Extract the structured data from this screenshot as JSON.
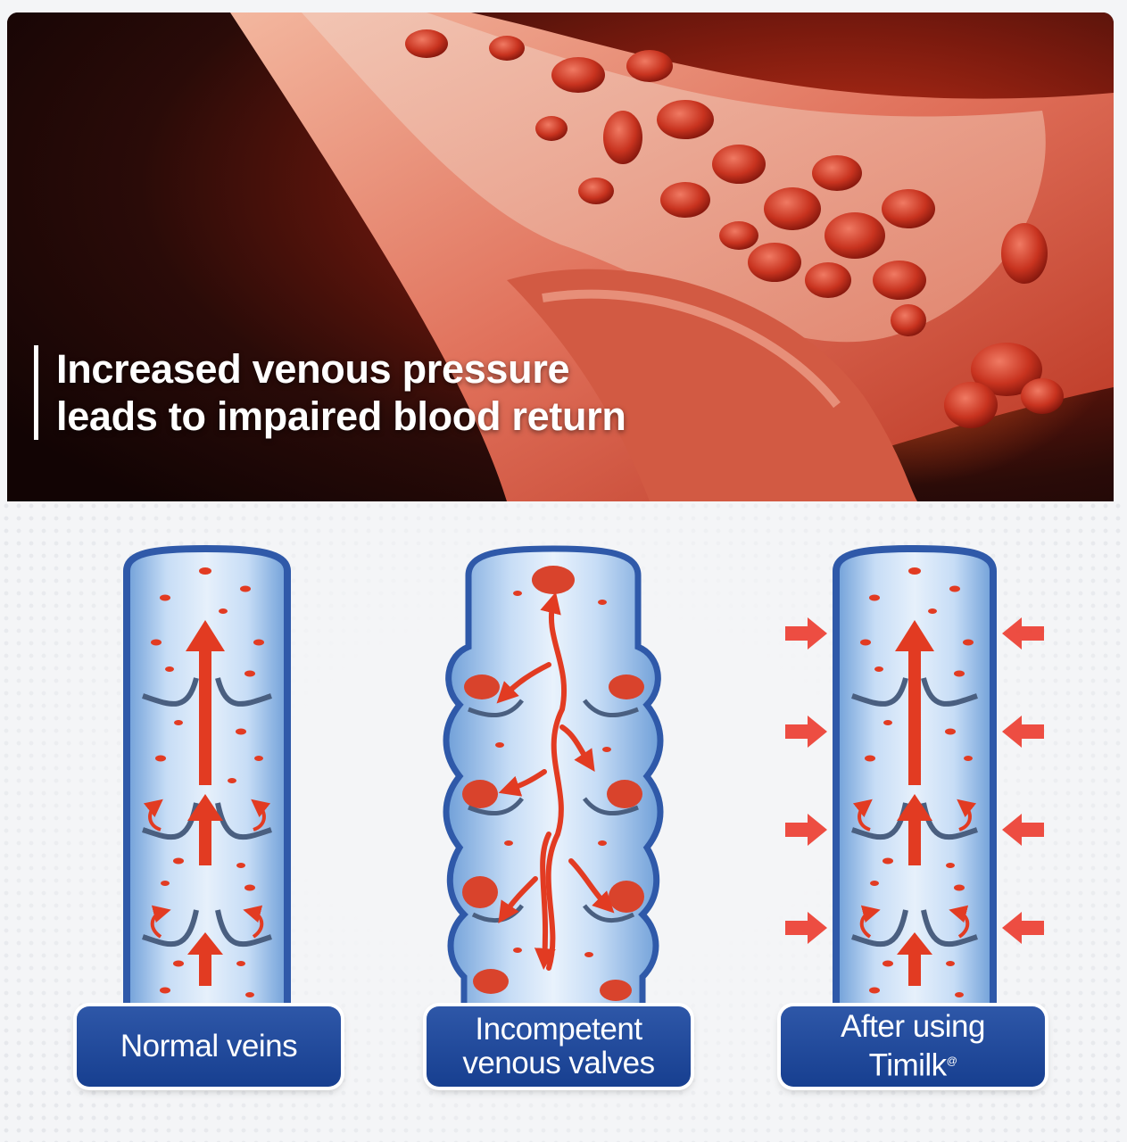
{
  "hero": {
    "caption": "Increased venous pressure leads to impaired blood return"
  },
  "panels": [
    {
      "id": "normal",
      "label": "Normal veins"
    },
    {
      "id": "incompetent",
      "label_line1": "Incompetent",
      "label_line2": "venous valves"
    },
    {
      "id": "after",
      "label_line1": "After using",
      "label_line2": "Timilk",
      "label_mark": "@"
    }
  ],
  "colors": {
    "vein_blue": "#a9c9ef",
    "vein_edge": "#2f59a9",
    "arrow_red": "#e23b22",
    "pill_blue": "#1f4a9c"
  }
}
